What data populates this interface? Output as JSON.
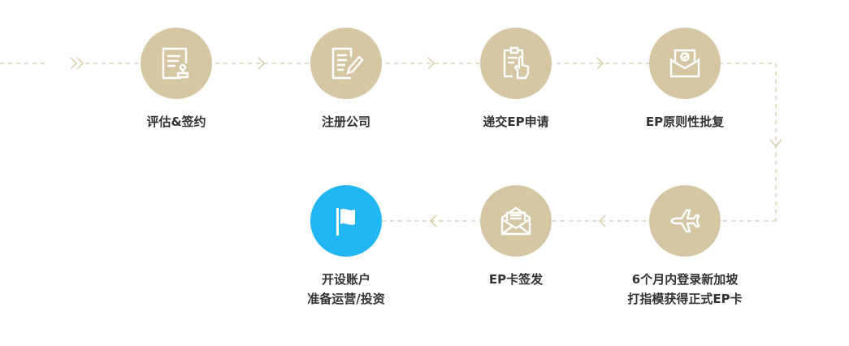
{
  "colors": {
    "circle": "#d6c7a4",
    "highlight": "#22b5f4",
    "line": "#d8cba9",
    "text": "#333333"
  },
  "steps": [
    {
      "label": "评估&签约",
      "icon": "document-stamp-icon"
    },
    {
      "label": "注册公司",
      "icon": "document-pen-icon"
    },
    {
      "label": "递交EP申请",
      "icon": "hand-document-icon"
    },
    {
      "label": "EP原则性批复",
      "icon": "envelope-check-icon"
    },
    {
      "label_line1": "6个月内登录新加坡",
      "label_line2": "打指模获得正式EP卡",
      "icon": "airplane-icon"
    },
    {
      "label": "EP卡签发",
      "icon": "envelope-letter-icon"
    },
    {
      "label_line1": "开设账户",
      "label_line2": "准备运营/投资",
      "icon": "flag-icon"
    }
  ]
}
